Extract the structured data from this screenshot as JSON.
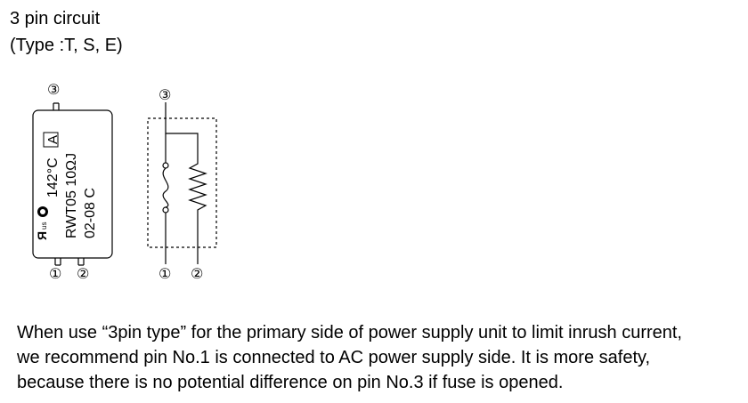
{
  "header": {
    "title": "3 pin circuit",
    "subtitle": "(Type :T, S, E)"
  },
  "component": {
    "pin_top": "③",
    "pin_left": "①",
    "pin_right": "②",
    "marking": {
      "line1": "142°C",
      "line1_box": "A",
      "line2": "RWT05 10ΩJ",
      "line3": "02-08 C"
    }
  },
  "circuit": {
    "pin_top": "③",
    "pin_left": "①",
    "pin_right": "②"
  },
  "note": {
    "line1": "When use “3pin type” for the primary side of power supply unit to limit inrush current,",
    "line2": "we recommend pin No.1 is connected to AC power supply side. It is more safety,",
    "line3": "because there is no potential difference on pin No.3 if fuse is opened."
  }
}
